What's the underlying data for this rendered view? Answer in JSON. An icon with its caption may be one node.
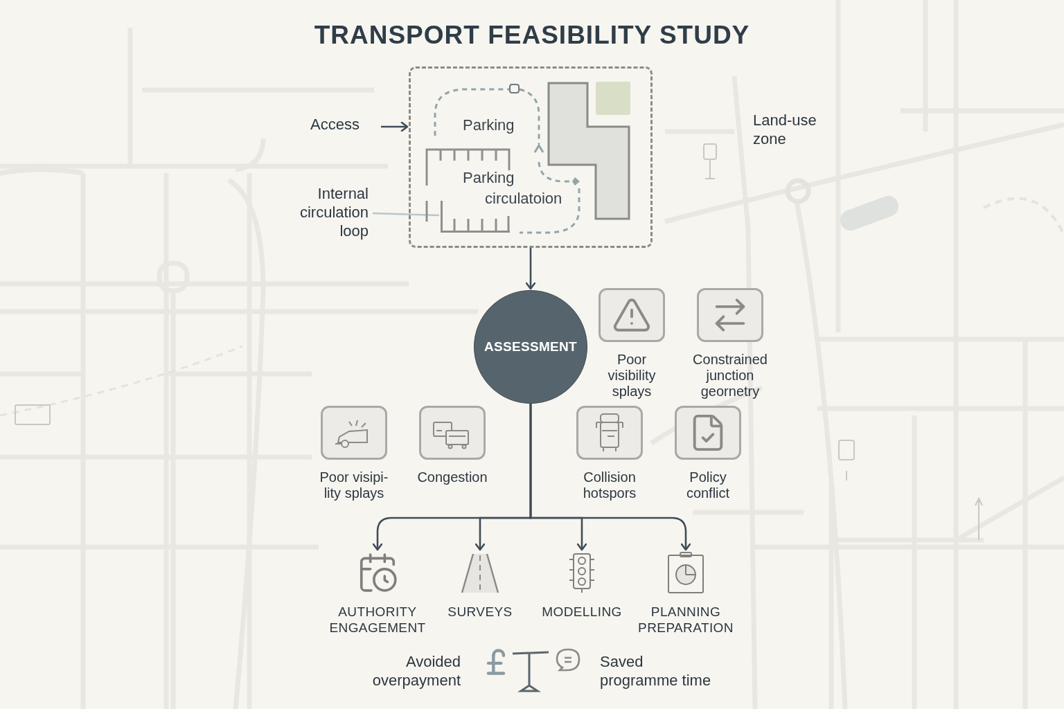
{
  "diagram": {
    "title": "TRANSPORT FEASIBILITY STUDY",
    "nodes": [
      {
        "text": [
          "Access"
        ]
      },
      {
        "text": [
          "Parking",
          "Parking circulatoion"
        ]
      },
      {
        "text": [],
        "shape": "box",
        "in": 1
      },
      {
        "text": [
          "Internal circulation loop"
        ]
      },
      {
        "text": [
          "ASSESSMENT"
        ]
      },
      {
        "text": [
          "Poor visibility splays"
        ]
      },
      {
        "text": [
          "Constrained junction geornetry"
        ]
      },
      {
        "text": [
          "Poor visipi- lity splays"
        ]
      },
      {
        "text": [
          "Congestion"
        ]
      },
      {
        "text": [
          "Collision hotspors"
        ]
      },
      {
        "text": [
          "Policy conflict"
        ]
      },
      {
        "text": [
          "AUTHORITY ENGAGEMENT"
        ]
      },
      {
        "text": [
          "SURVEYS"
        ]
      },
      {
        "text": [
          "MODELLING"
        ]
      },
      {
        "text": [
          "PLANNING PREPARATION"
        ]
      }
    ],
    "edges": [
      {
        "from": 0,
        "to": 1,
        "arrow": "to"
      },
      {
        "from": 3,
        "to": 2,
        "arrow": "none",
        "color": "#b7c7cc"
      },
      {
        "from": 1,
        "to": 4,
        "arrow": "to"
      },
      {
        "from": 4,
        "to": 11,
        "arrow": "to"
      },
      {
        "from": 4,
        "to": 12,
        "arrow": "to"
      },
      {
        "from": 4,
        "to": 13,
        "arrow": "to"
      },
      {
        "from": 4,
        "to": 14,
        "arrow": "to"
      }
    ],
    "labels": [
      "Land-use zone",
      "Avoided overpayment",
      "Saved programme time"
    ]
  }
}
